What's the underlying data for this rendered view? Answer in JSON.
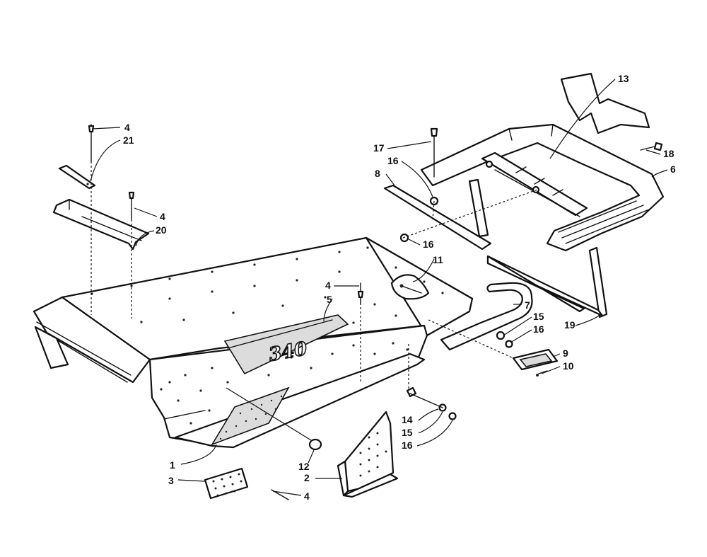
{
  "badge_text": "340",
  "callouts": [
    "1",
    "2",
    "3",
    "4",
    "4",
    "4",
    "4",
    "5",
    "6",
    "7",
    "8",
    "9",
    "10",
    "11",
    "12",
    "13",
    "14",
    "15",
    "15",
    "16",
    "16",
    "16",
    "16",
    "17",
    "18",
    "19",
    "20",
    "21"
  ]
}
